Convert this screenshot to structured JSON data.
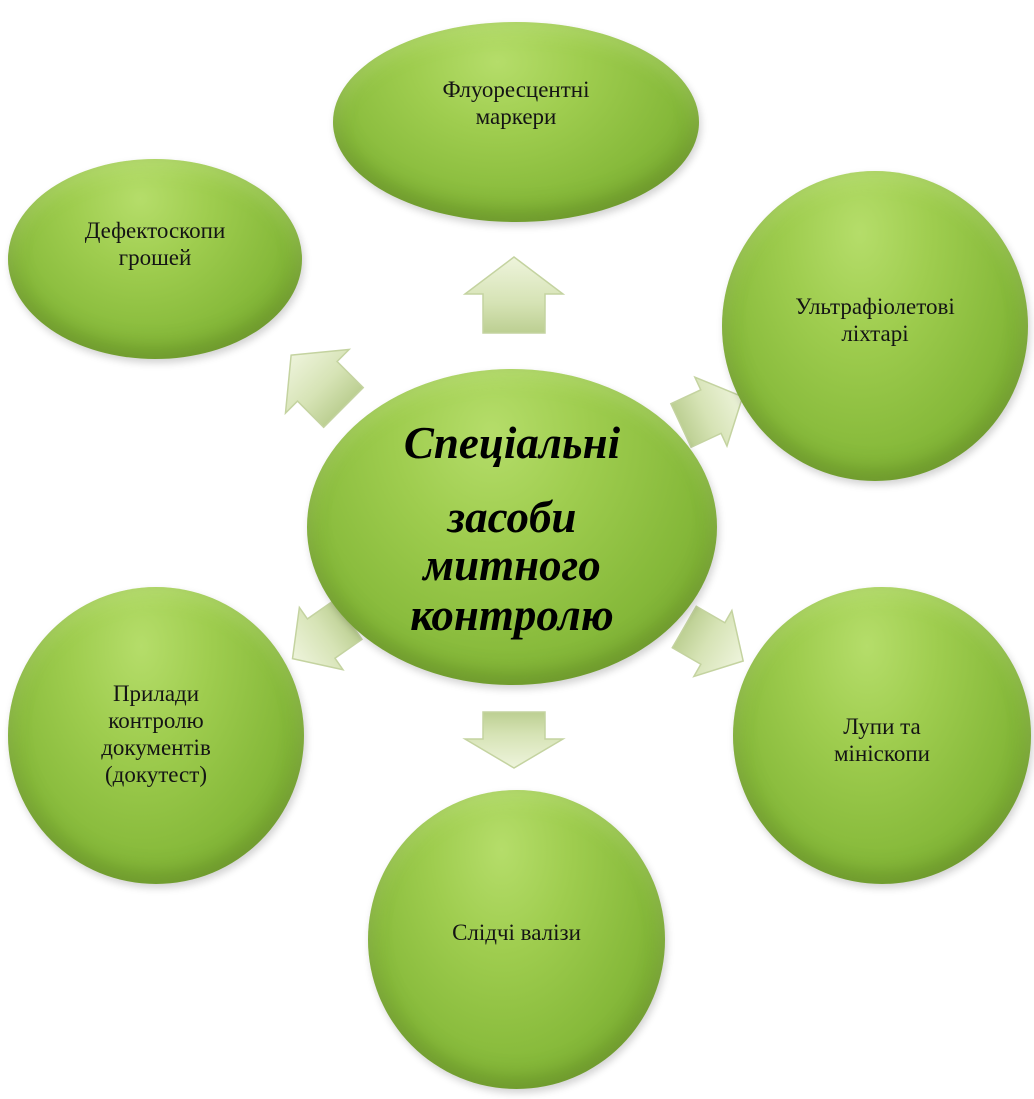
{
  "center": {
    "line1": "Спеціальні",
    "line2": "засоби",
    "line3": "митного",
    "line4": "контролю"
  },
  "nodes": {
    "markers": "Флуоресцентні\nмаркери",
    "detectors": "Дефектоскопи\nгрошей",
    "uv": "Ультрафіолетові\nліхтарі",
    "docs": "Прилади\nконтролю\nдокументів\n(докутест)",
    "loupes": "Лупи та\nмініскопи",
    "cases": "Слідчі валізи"
  },
  "colors": {
    "node_fill": "#9fcd4f",
    "arrow_fill": "#dfe9c6"
  }
}
